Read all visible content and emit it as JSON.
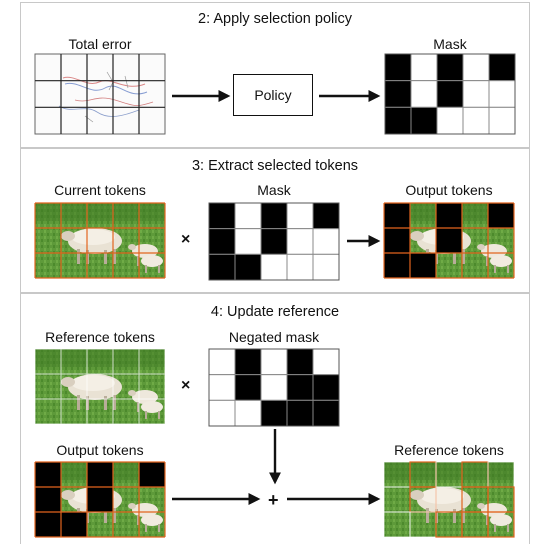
{
  "sections": {
    "select": {
      "title": "2: Apply selection policy",
      "total_error_label": "Total error",
      "policy_label": "Policy",
      "mask_label": "Mask"
    },
    "extract": {
      "title": "3: Extract selected tokens",
      "current_tokens_label": "Current tokens",
      "mask_label": "Mask",
      "output_tokens_label": "Output tokens",
      "times": "×"
    },
    "update": {
      "title": "4: Update reference",
      "reference_tokens_label": "Reference tokens",
      "negated_mask_label": "Negated mask",
      "output_tokens_label": "Output tokens",
      "result_label": "Reference tokens",
      "times": "×",
      "plus": "+"
    }
  },
  "mask_grid": [
    [
      1,
      0,
      1,
      0,
      1
    ],
    [
      1,
      0,
      1,
      0,
      0
    ],
    [
      1,
      1,
      0,
      0,
      0
    ]
  ],
  "colors": {
    "grass": "#5e9a3a",
    "grass_dark": "#3f7a25",
    "orange_grid": "#e2641e",
    "mask_black": "#000000",
    "panel_border": "#c8c8c8"
  }
}
